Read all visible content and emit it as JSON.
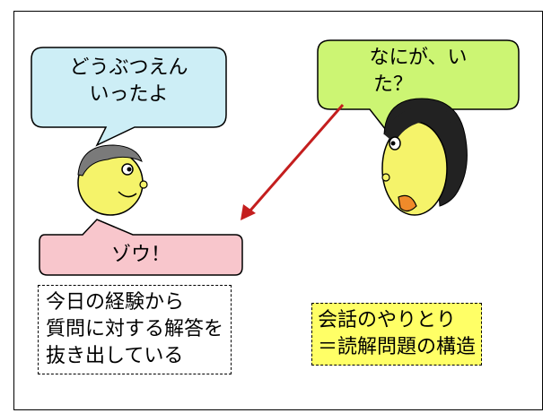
{
  "left_bubble": {
    "line1": "どうぶつえん",
    "line2": "いったよ"
  },
  "right_bubble": {
    "line1": "なにが、い",
    "line2": "た？"
  },
  "answer_bubble": {
    "text": "ゾウ！"
  },
  "left_note": {
    "line1": "今日の経験から",
    "line2": "質問に対する解答を",
    "line3": "抜き出している"
  },
  "right_note": {
    "line1": "会話のやりとり",
    "line2": "＝読解問題の構造"
  },
  "colors": {
    "left_bubble_fill": "#cdeef6",
    "right_bubble_fill": "#ccf573",
    "answer_bubble_fill": "#f8c6cc",
    "face_fill": "#f5f36a",
    "arrow": "#c41e1e",
    "right_note_fill": "#ffff66",
    "mouth_fill": "#f08a2a"
  }
}
